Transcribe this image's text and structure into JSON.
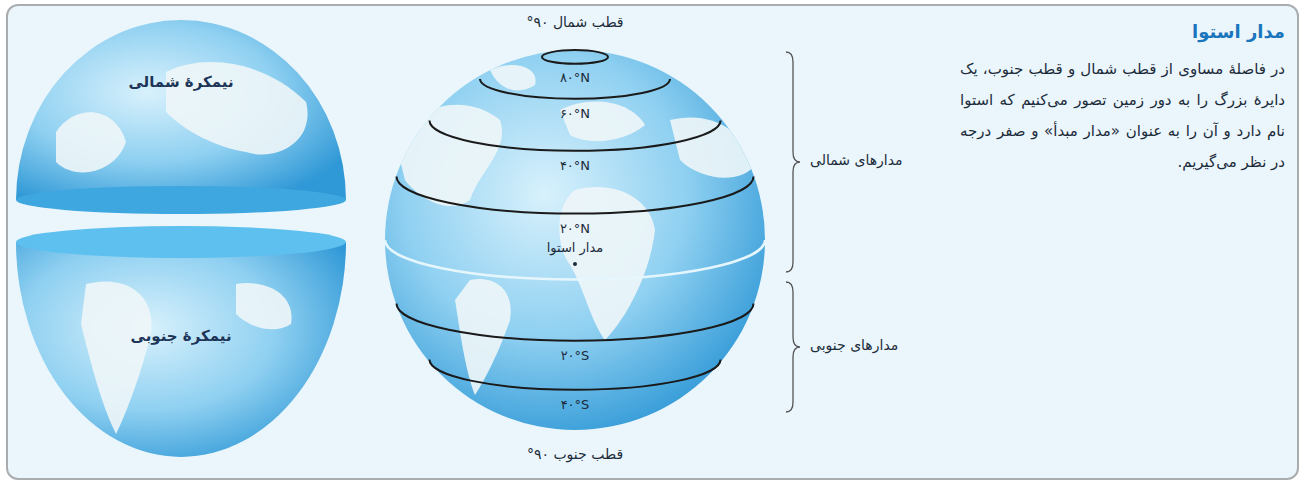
{
  "diagram": {
    "nodes": [
      {
        "text": [
          "مدار استوا",
          "در فاصلهٔ مساوی از قطب شمال و قطب جنوب، یک دایرهٔ بزرگ را به دور زمین تصور می‌کنیم که استوا نام دارد و آن را به عنوان «مدار مبدأ» و صفر درجه در نظر می‌گیریم."
        ]
      },
      {
        "text": [
          "نیمکرهٔ شمالی"
        ],
        "in": 0
      },
      {
        "text": [
          "نیمکرهٔ جنوبی"
        ],
        "in": 0
      }
    ],
    "labels": [
      "قطب شمال ۹۰°",
      "۸۰°N",
      "۶۰°N",
      "۴۰°N",
      "۲۰°N",
      "مدار استوا",
      "۲۰°S",
      "۴۰°S",
      "قطب جنوب ۹۰°",
      "مدارهای شمالی",
      "مدارهای جنوبی"
    ]
  }
}
